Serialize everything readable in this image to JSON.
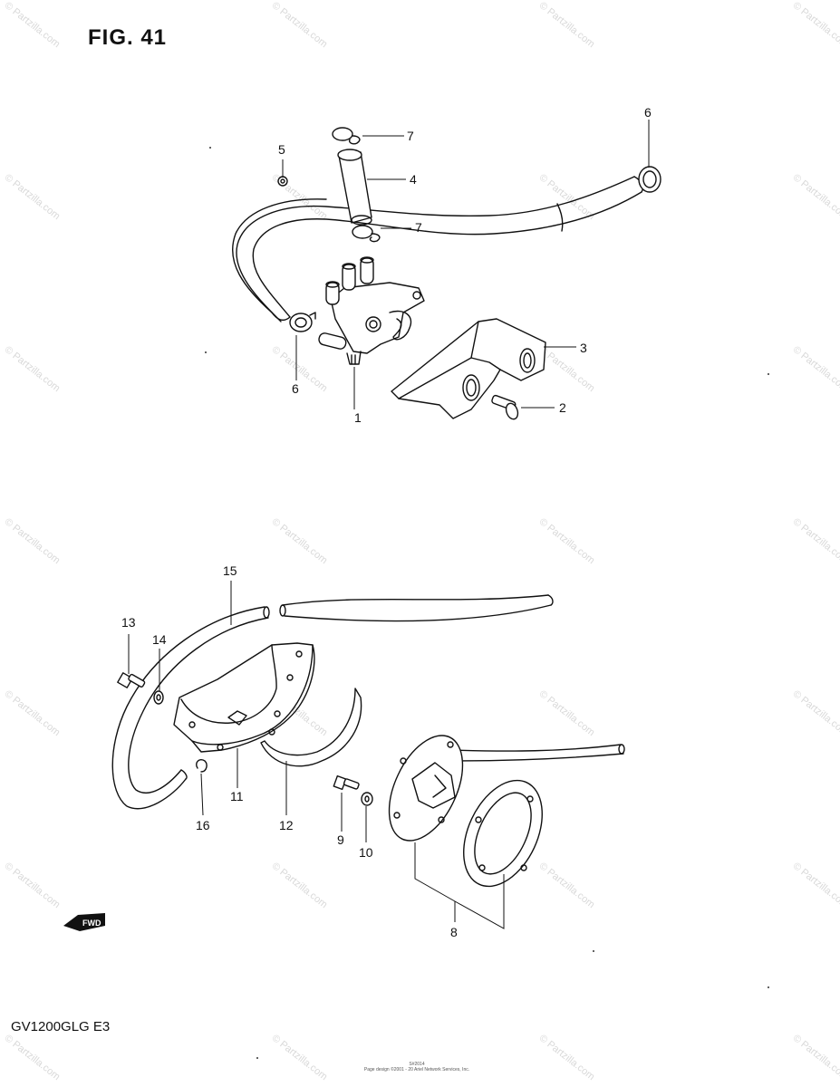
{
  "figure": {
    "title": "FIG. 41",
    "model": "GV1200GLG E3",
    "fwd_label": "FWD",
    "watermark": "© Partzilla.com",
    "footer_line1": "S#2014",
    "footer_line2": "Page design ©2001 - 20 Ariel Network Services, Inc."
  },
  "callouts": [
    "1",
    "2",
    "3",
    "4",
    "5",
    "6",
    "6",
    "7",
    "7",
    "8",
    "9",
    "10",
    "11",
    "12",
    "13",
    "14",
    "15",
    "16"
  ]
}
